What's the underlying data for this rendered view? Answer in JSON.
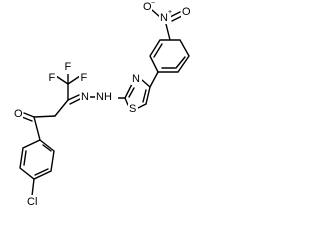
{
  "molecule": {
    "atoms": {
      "fluorine_1": "F",
      "fluorine_2": "F",
      "fluorine_3": "F",
      "carbonyl_oxygen": "O",
      "chlorine": "Cl",
      "hydrazone_n1": "N",
      "hydrazone_n2_label": "N",
      "hydrazone_n2_h": "H",
      "thiazole_n": "N",
      "thiazole_s": "S",
      "nitro_n": "N",
      "nitro_n_charge": "+",
      "nitro_o_top": "O",
      "nitro_o_top_charge": "−",
      "nitro_o_bottom": "O"
    }
  }
}
